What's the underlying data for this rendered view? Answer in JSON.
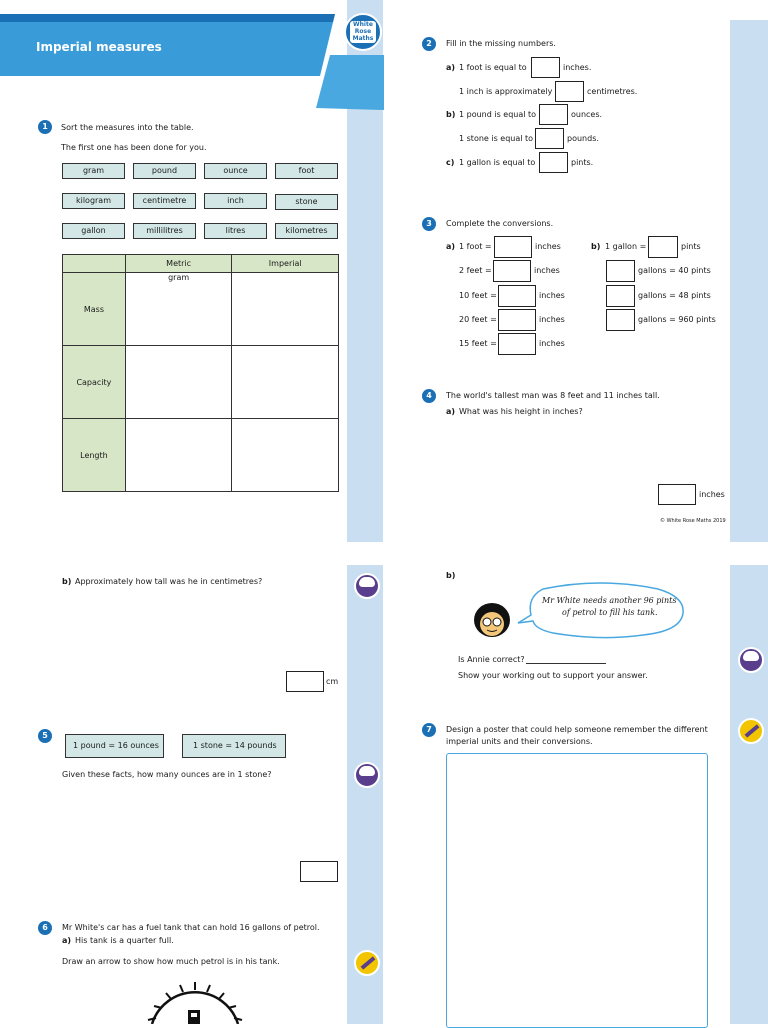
{
  "header": {
    "title": "Imperial measures",
    "logo": [
      "White",
      "Rose",
      "Maths"
    ]
  },
  "q1": {
    "num": "1",
    "prompt": "Sort the measures into the table.",
    "note": "The first one has been done for you.",
    "chips": [
      [
        "gram",
        "pound",
        "ounce",
        "foot"
      ],
      [
        "kilogram",
        "centimetre",
        "inch",
        "stone"
      ],
      [
        "gallon",
        "millilitres",
        "litres",
        "kilometres"
      ]
    ],
    "table": {
      "headers": [
        "Metric",
        "Imperial"
      ],
      "rows": [
        "Mass",
        "Capacity",
        "Length"
      ],
      "filled": "gram"
    }
  },
  "q2": {
    "num": "2",
    "prompt": "Fill in the missing numbers.",
    "a_label": "a)",
    "a1_pre": "1 foot is equal to",
    "a1_post": "inches.",
    "a2_pre": "1 inch is approximately",
    "a2_post": "centimetres.",
    "b_label": "b)",
    "b1_pre": "1 pound is equal to",
    "b1_post": "ounces.",
    "b2_pre": "1 stone is equal to",
    "b2_post": "pounds.",
    "c_label": "c)",
    "c1_pre": "1 gallon is equal to",
    "c1_post": "pints."
  },
  "q3": {
    "num": "3",
    "prompt": "Complete the conversions.",
    "a_label": "a)",
    "left": [
      {
        "pre": "1 foot =",
        "post": "inches"
      },
      {
        "pre": "2 feet =",
        "post": "inches"
      },
      {
        "pre": "10 feet =",
        "post": "inches"
      },
      {
        "pre": "20 feet =",
        "post": "inches"
      },
      {
        "pre": "15 feet =",
        "post": "inches"
      }
    ],
    "b_label": "b)",
    "right_first": {
      "pre": "1 gallon =",
      "post": "pints"
    },
    "right": [
      "gallons = 40 pints",
      "gallons = 48 pints",
      "gallons = 960 pints"
    ]
  },
  "q4": {
    "num": "4",
    "prompt": "The world's tallest man was 8 feet and 11 inches tall.",
    "a_label": "a)",
    "a_text": "What was his height in inches?",
    "unit": "inches",
    "copyright": "© White Rose Maths 2019",
    "b_label": "b)",
    "b_text": "Approximately how tall was he in centimetres?",
    "b_unit": "cm"
  },
  "q5": {
    "num": "5",
    "fact1": "1 pound = 16 ounces",
    "fact2": "1 stone = 14 pounds",
    "prompt": "Given these facts, how many ounces are in 1 stone?"
  },
  "q6": {
    "num": "6",
    "prompt": "Mr White's car has a fuel tank that can hold 16 gallons of petrol.",
    "a_label": "a)",
    "a_text": "His tank is a quarter full.",
    "instruction": "Draw an arrow to show how much petrol is in his tank.",
    "b_label": "b)",
    "speech": [
      "Mr White needs another 96 pints",
      "of petrol to fill his tank."
    ],
    "question": "Is Annie correct?",
    "work": "Show your working out to support your answer."
  },
  "q7": {
    "num": "7",
    "prompt": [
      "Design a poster that could help someone remember the different",
      "imperial units and their conversions."
    ]
  },
  "colors": {
    "accent": "#1b6fb5",
    "strip": "#c9def0",
    "chip": "#d3e8e6",
    "tableHead": "#d7e6c6",
    "headerBar": "#3a9bd9"
  }
}
